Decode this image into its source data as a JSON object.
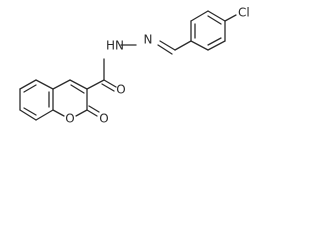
{
  "molecule": {
    "atoms": {
      "nh": "HN",
      "n": "N",
      "cl": "Cl",
      "o_carbonyl": "O",
      "o_ring": "O",
      "o_lactone": "O"
    }
  }
}
